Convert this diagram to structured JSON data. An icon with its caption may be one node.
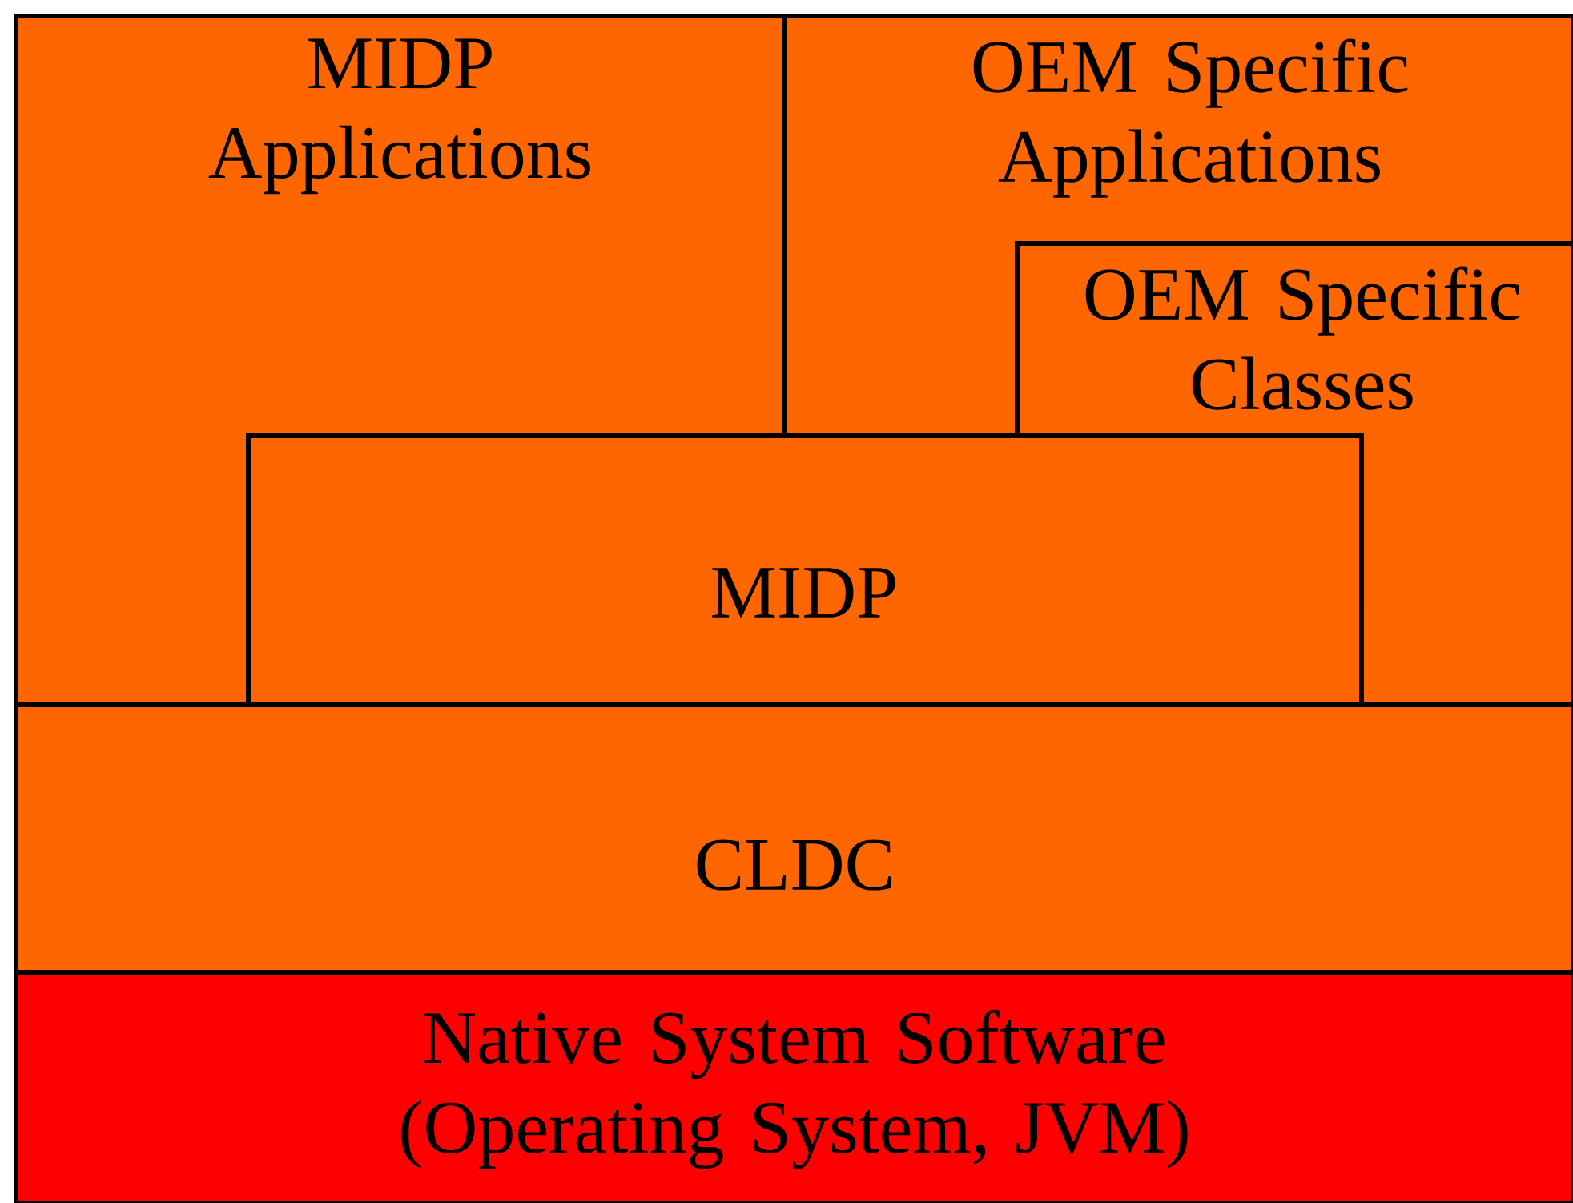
{
  "diagram": {
    "nodes": [
      {
        "text": [
          "MIDP Applications"
        ]
      },
      {
        "text": [
          "OEM Specific Applications"
        ]
      },
      {
        "text": [
          "OEM Specific Classes"
        ]
      },
      {
        "text": [
          "MIDP"
        ]
      },
      {
        "text": [
          "CLDC"
        ]
      },
      {
        "text": [
          "Native System Software (Operating System, JVM)"
        ]
      }
    ]
  }
}
